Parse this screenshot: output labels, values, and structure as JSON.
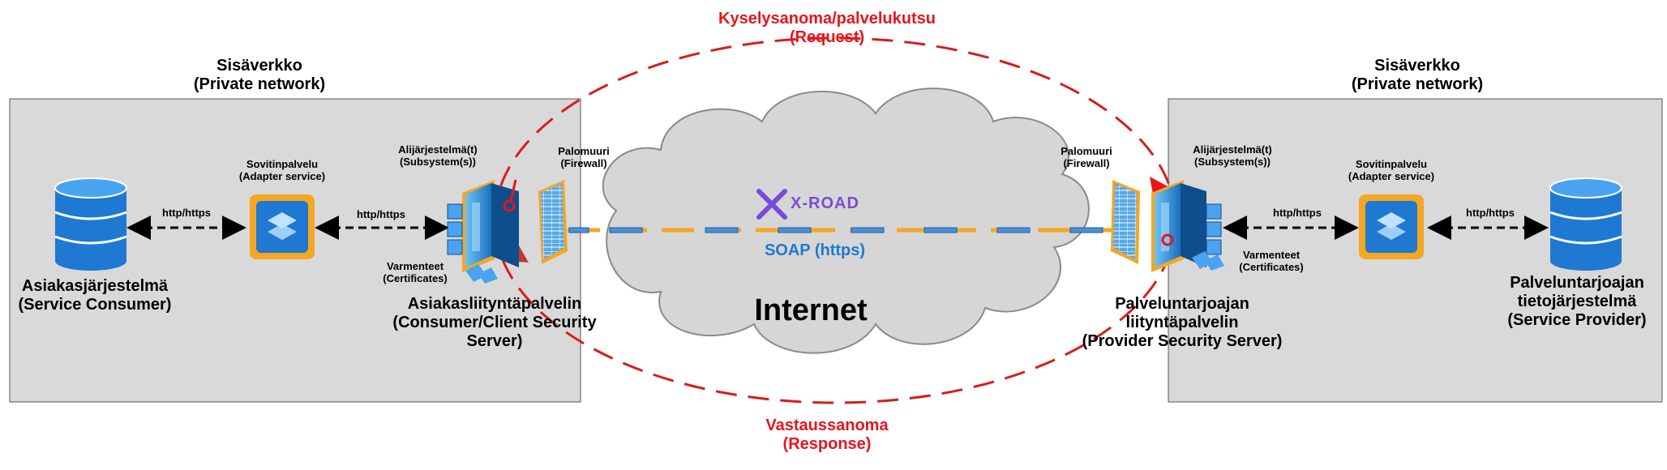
{
  "request": {
    "line1": "Kyselysanoma/palvelukutsu",
    "line2": "(Request)"
  },
  "response": {
    "line1": "Vastaussanoma",
    "line2": "(Response)"
  },
  "left_network": {
    "line1": "Sisäverkko",
    "line2": "(Private network)"
  },
  "right_network": {
    "line1": "Sisäverkko",
    "line2": "(Private network)"
  },
  "internet": "Internet",
  "xroad": "X-ROAD",
  "soap": "SOAP (https)",
  "left": {
    "consumer": {
      "line1": "Asiakasjärjestelmä",
      "line2": "(Service Consumer)"
    },
    "protocol1": "http/https",
    "adapter": {
      "line1": "Sovitinpalvelu",
      "line2": "(Adapter service)"
    },
    "protocol2": "http/https",
    "subsystems": {
      "line1": "Alijärjestelmä(t)",
      "line2": "(Subsystem(s))"
    },
    "certificates": {
      "line1": "Varmenteet",
      "line2": "(Certificates)"
    },
    "firewall": {
      "line1": "Palomuuri",
      "line2": "(Firewall)"
    },
    "security_server": {
      "line1": "Asiakasliityntäpalvelin",
      "line2": "(Consumer/Client Security",
      "line3": "Server)"
    }
  },
  "right": {
    "firewall": {
      "line1": "Palomuuri",
      "line2": "(Firewall)"
    },
    "subsystems": {
      "line1": "Alijärjestelmä(t)",
      "line2": "(Subsystem(s))"
    },
    "certificates": {
      "line1": "Varmenteet",
      "line2": "(Certificates)"
    },
    "protocol1": "http/https",
    "adapter": {
      "line1": "Sovitinpalvelu",
      "line2": "(Adapter service)"
    },
    "protocol2": "http/https",
    "security_server": {
      "line1": "Palveluntarjoajan",
      "line2": "liityntäpalvelin",
      "line3": "(Provider Security Server)"
    },
    "provider": {
      "line1": "Palveluntarjoajan",
      "line2": "tietojärjestelmä",
      "line3": "(Service Provider)"
    }
  },
  "colors": {
    "red": "#e8141c",
    "orange": "#f5a623",
    "blue": "#1f78d1",
    "purple": "#7a4bd6",
    "box": "#d9d9d9",
    "cloud": "#d6d6d6"
  }
}
